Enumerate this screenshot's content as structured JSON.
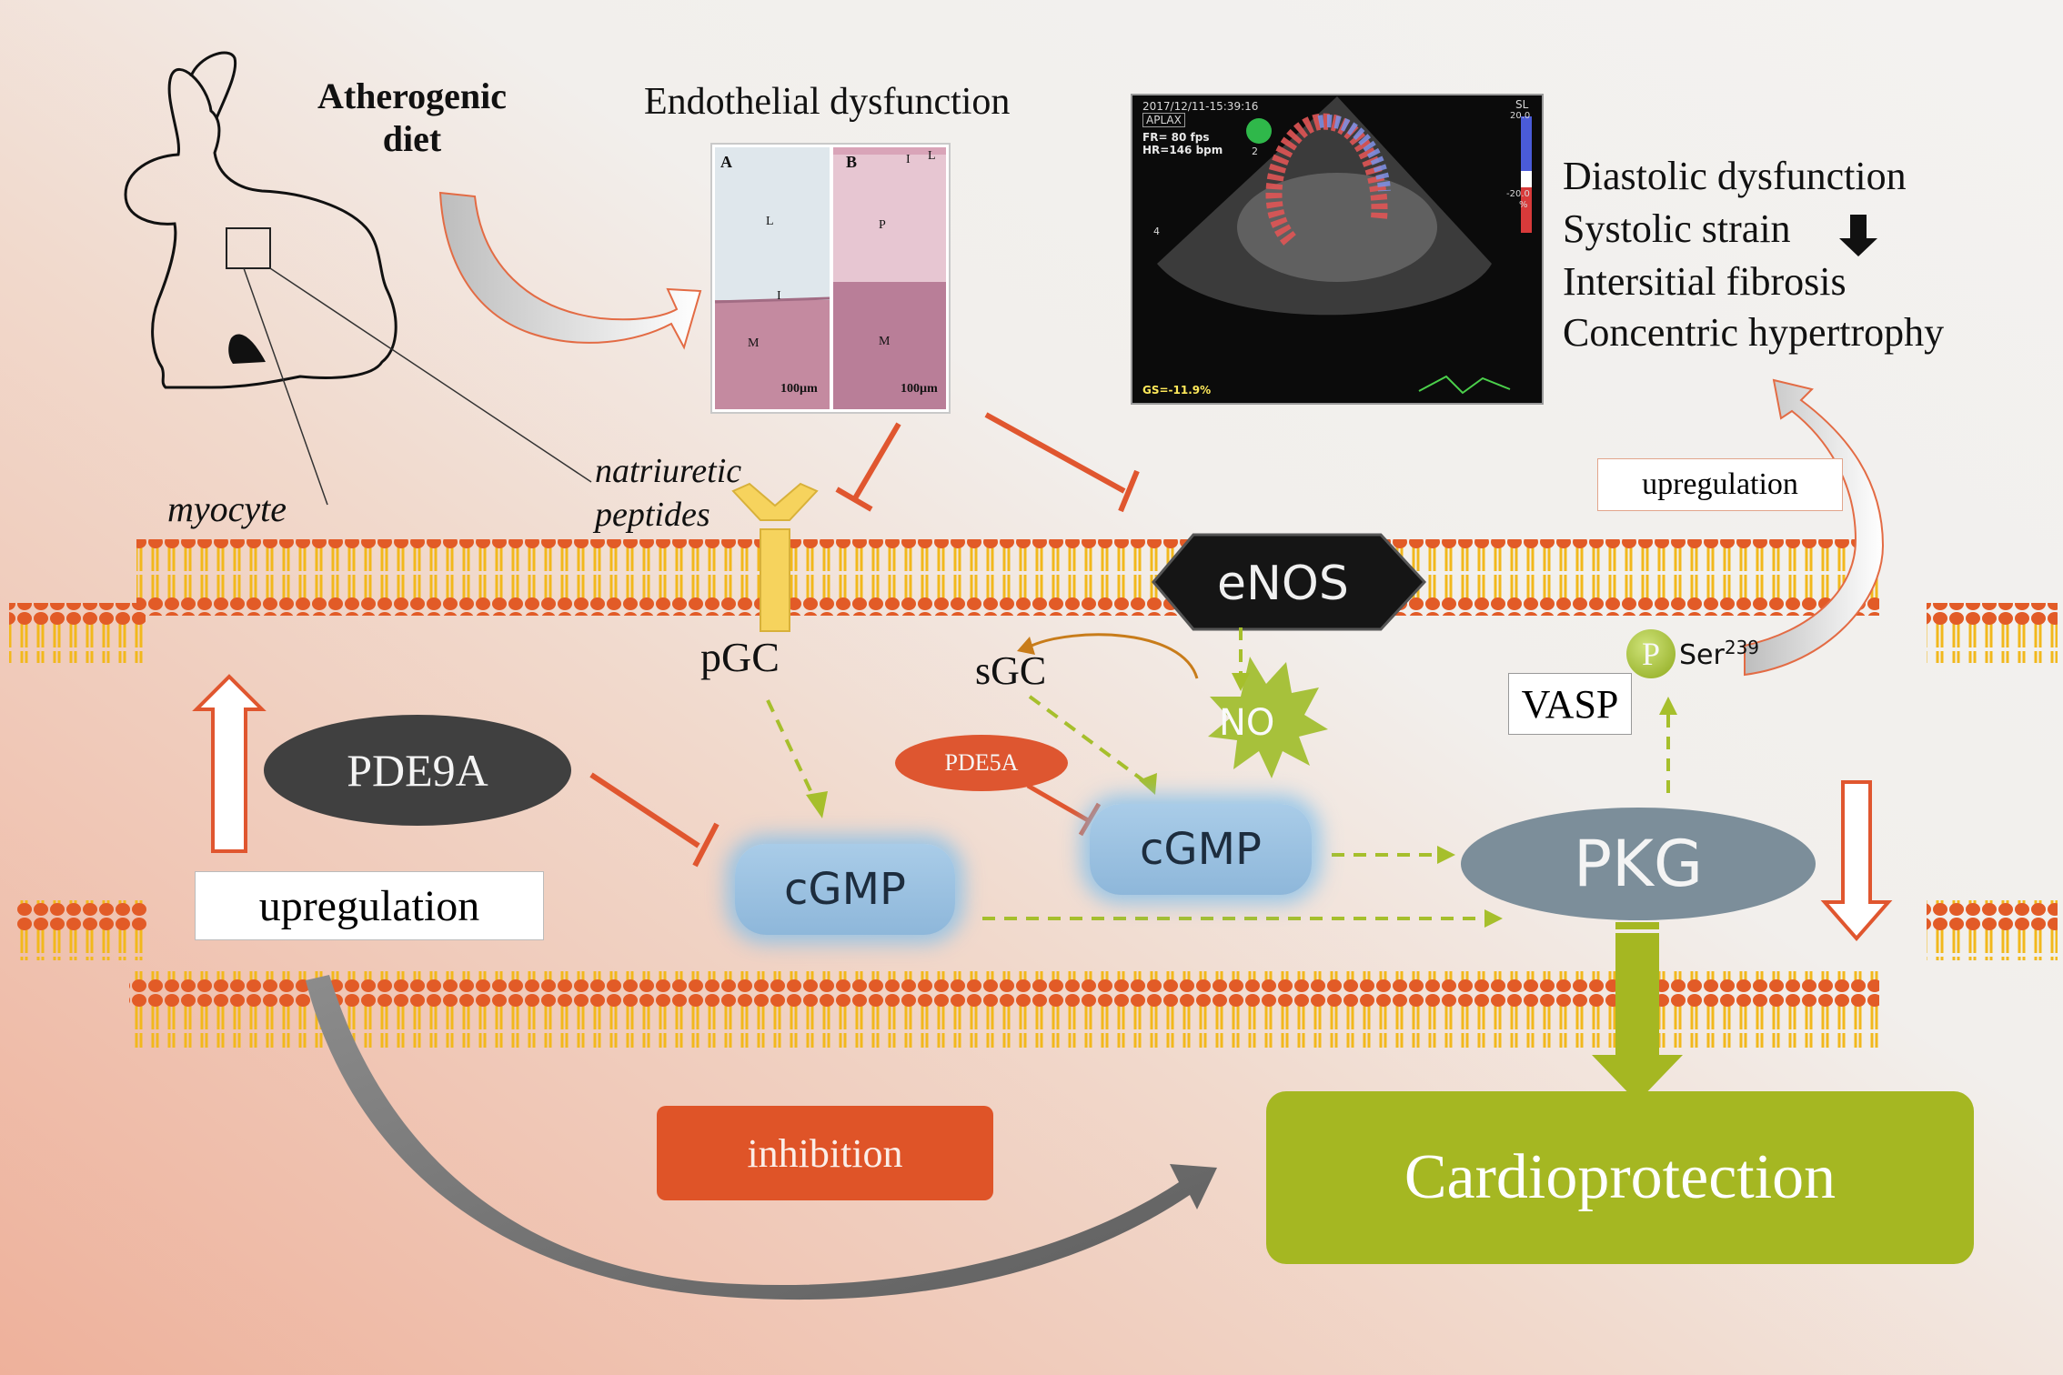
{
  "rabbit": {
    "title_line1": "Atherogenic",
    "title_line2": "diet",
    "myocyte_label": "myocyte"
  },
  "histology": {
    "title": "Endothelial dysfunction",
    "panel_a": {
      "letter": "A",
      "labels": [
        "L",
        "I",
        "M"
      ],
      "scale": "100µm"
    },
    "panel_b": {
      "letter": "B",
      "labels": [
        "I",
        "L",
        "P",
        "M"
      ],
      "scale": "100µm"
    }
  },
  "echo": {
    "timestamp": "2017/12/11-15:39:16",
    "view": "APLAX",
    "fr": "FR= 80 fps",
    "hr": "HR=146 bpm",
    "sl": "SL",
    "scale_top": "20.0",
    "scale_bottom": "-20.0",
    "scale_unit": "%",
    "gs": "GS=-11.9%",
    "index_1": "2",
    "index_2": "4"
  },
  "findings": {
    "line1": "Diastolic dysfunction",
    "line2": "Systolic strain",
    "line3": "Intersitial fibrosis",
    "line4": "Concentric hypertrophy"
  },
  "pathway": {
    "natriuretic_line1": "natriuretic",
    "natriuretic_line2": "peptides",
    "enos": "eNOS",
    "pgc": "pGC",
    "sgc": "sGC",
    "no": "NO",
    "pde5a": "PDE5A",
    "pde9a": "PDE9A",
    "cgmp_left": "cGMP",
    "cgmp_right": "cGMP",
    "pkg": "PKG",
    "vasp": "VASP",
    "phospho": "P",
    "ser": "Ser",
    "ser_number": "239",
    "upregulation_right": "upregulation",
    "upregulation_left": "upregulation",
    "inhibition": "inhibition",
    "cardioprotection": "Cardioprotection"
  },
  "colors": {
    "lipid_head": "#e25b27",
    "lipid_tail": "#f2b81c",
    "inhibit": "#e0562f",
    "dashed": "#a6bf2c",
    "green_box": "#a5b722",
    "pkg_fill": "#7c8e9a",
    "pde9a_fill": "#404040",
    "pde5a_fill": "#de5630",
    "inhibition_fill": "#df5428",
    "receptor": "#f6d35d"
  }
}
